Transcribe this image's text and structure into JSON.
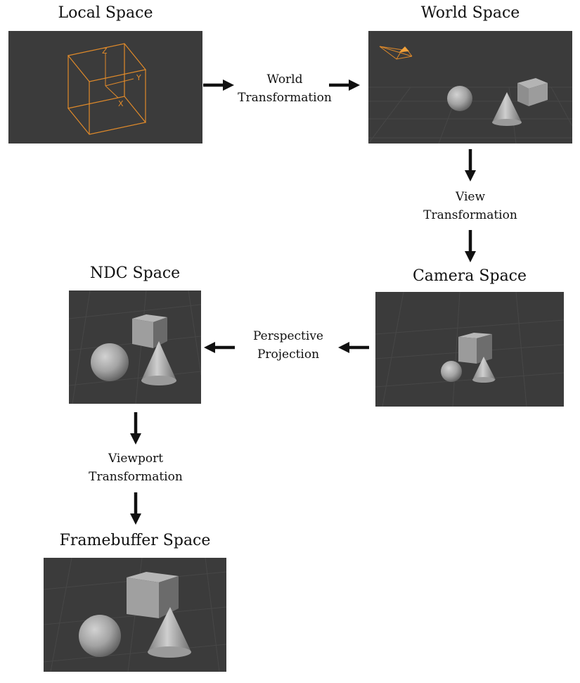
{
  "stages": {
    "local": {
      "title": "Local Space"
    },
    "world": {
      "title": "World Space"
    },
    "camera": {
      "title": "Camera Space"
    },
    "ndc": {
      "title": "NDC Space"
    },
    "framebuffer": {
      "title": "Framebuffer Space"
    }
  },
  "transforms": {
    "world": {
      "line1": "World",
      "line2": "Transformation"
    },
    "view": {
      "line1": "View",
      "line2": "Transformation"
    },
    "projection": {
      "line1": "Perspective",
      "line2": "Projection"
    },
    "viewport": {
      "line1": "Viewport",
      "line2": "Transformation"
    }
  },
  "axes": {
    "x": "X",
    "y": "Y",
    "z": "Z"
  },
  "colors": {
    "panel_bg": "#3b3b3b",
    "grid": "#4a4a4a",
    "object_fill": "#9d9d9d",
    "selection_outline": "#e08a2a",
    "arrow": "#111111"
  }
}
